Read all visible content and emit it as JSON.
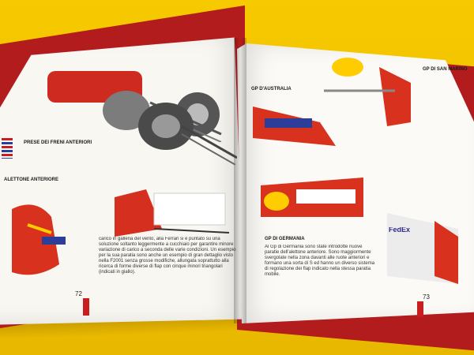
{
  "book": {
    "left_page": {
      "page_number": "72",
      "headings": [
        "PRESE DEI FRENI ANTERIORI",
        "ALETTONE ANTERIORE"
      ],
      "body_text": "carico in galleria del vento, alla Ferrari si è puntato su una soluzione soltanto leggermente a cucchiaio per garantire minore variazione di carico a seconda delle varie condizioni. Un esempio per la sua paratia sono anche un esempio di gran dettaglio visto nella F2001 senza grosse modifiche, allungata soprattutto alla ricerca di forme diverse di flap con cinque minori triangolari (indicati in giallo)."
    },
    "right_page": {
      "page_number": "73",
      "headings": [
        "GP D'AUSTRALIA",
        "GP DI GERMANIA",
        "GP DI SAN MARINO"
      ],
      "body_text": "Al Gp di Germania sono state introdotte nuove paratie dell'alettone anteriore. Sono maggiormente svergolate nella zona davanti alle ruote anteriori e formano una sorta di S ed hanno un diverso sistema di regolazione dei flap indicato nella stessa paratia mobile.",
      "labels": [
        "FedEx"
      ]
    }
  }
}
